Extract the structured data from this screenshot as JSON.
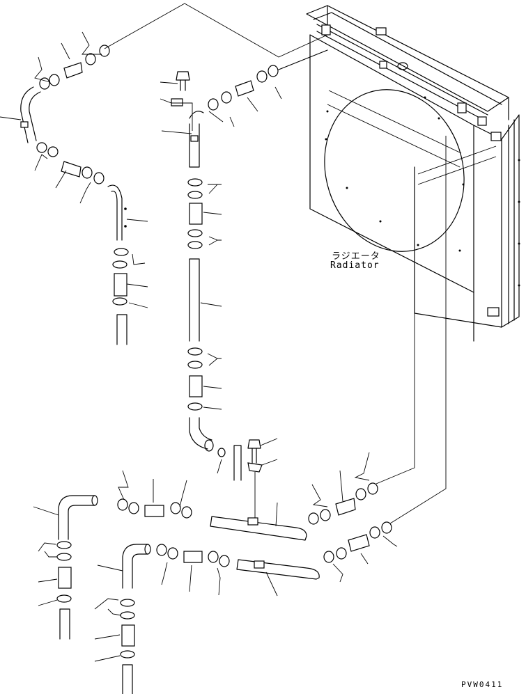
{
  "radiator_label": {
    "japanese": "ラジエータ",
    "english": "Radiator"
  },
  "drawing_code": "PVW0411"
}
